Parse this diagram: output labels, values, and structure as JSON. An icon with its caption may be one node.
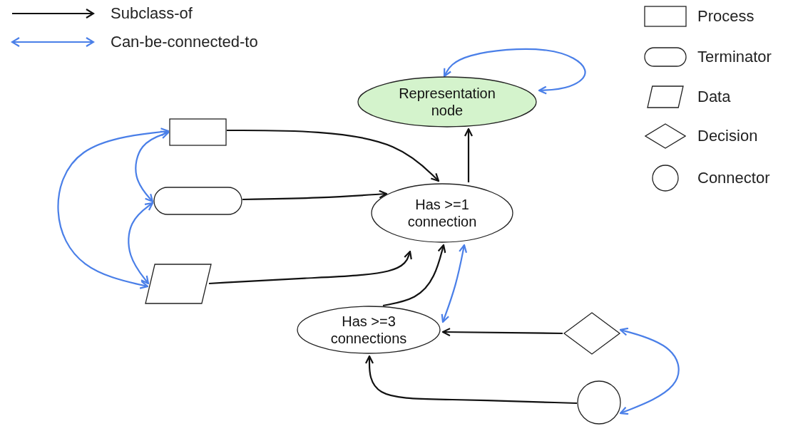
{
  "diagram": {
    "nodes": [
      {
        "text": [
          "Representation node"
        ]
      },
      {
        "text": [],
        "shape": "box"
      },
      {
        "text": [],
        "shape": "pill"
      },
      {
        "text": [],
        "shape": "parallelogram"
      },
      {
        "text": [
          "Has >=1 connection"
        ]
      },
      {
        "text": [
          "Has >=3 connections"
        ]
      },
      {
        "text": [],
        "shape": "diamond"
      },
      {
        "text": [],
        "shape": "circle"
      }
    ],
    "edges": [
      {
        "from": 1,
        "to": 4,
        "arrow": "to"
      },
      {
        "from": 2,
        "to": 4,
        "arrow": "to"
      },
      {
        "from": 3,
        "to": 4,
        "arrow": "to"
      },
      {
        "from": 4,
        "to": 0,
        "arrow": "to"
      },
      {
        "from": 5,
        "to": 4,
        "arrow": "to"
      },
      {
        "from": 6,
        "to": 5,
        "arrow": "to"
      },
      {
        "from": 7,
        "to": 5,
        "arrow": "to"
      },
      {
        "from": 0,
        "to": 0,
        "arrow": "both",
        "color": "#4a7fe8"
      },
      {
        "from": 5,
        "to": 4,
        "arrow": "both",
        "color": "#4a7fe8"
      },
      {
        "from": 1,
        "to": 2,
        "arrow": "both",
        "color": "#4a7fe8"
      },
      {
        "from": 2,
        "to": 3,
        "arrow": "both",
        "color": "#4a7fe8"
      },
      {
        "from": 1,
        "to": 3,
        "arrow": "both",
        "color": "#4a7fe8"
      },
      {
        "from": 6,
        "to": 7,
        "arrow": "both",
        "color": "#4a7fe8"
      }
    ],
    "legend": [
      {
        "text": "Subclass-of"
      },
      {
        "text": "Can-be-connected-to"
      },
      {
        "text": "Process"
      },
      {
        "text": "Terminator"
      },
      {
        "text": "Data"
      },
      {
        "text": "Decision"
      },
      {
        "text": "Connector"
      }
    ]
  }
}
